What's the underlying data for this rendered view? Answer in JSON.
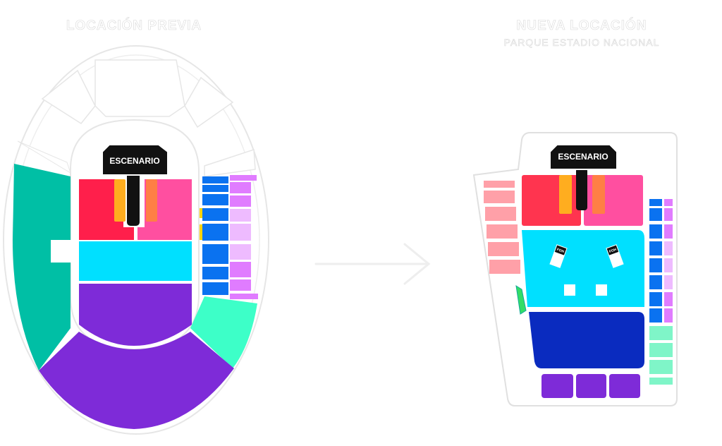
{
  "previous": {
    "title": "LOCACIÓN PREVIA",
    "stage_label": "ESCENARIO"
  },
  "new": {
    "title": "NUEVA LOCACIÓN",
    "subtitle": "PARQUE ESTADIO NACIONAL",
    "stage_label": "ESCENARIO",
    "tower_label": "FOH"
  },
  "colors": {
    "red": "#ff1f4b",
    "pink": "#ff4fa0",
    "orange": "#ffad1f",
    "coral": "#ff7f45",
    "cyan": "#00e0ff",
    "purple": "#7e2bd8",
    "teal": "#00bfa5",
    "mint": "#3dffc8",
    "blue": "#0a72f0",
    "violet": "#e07cff",
    "lilac": "#eebbff",
    "navy": "#0a2bbf",
    "salmon": "#ffa0a8",
    "green": "#33dd66"
  }
}
